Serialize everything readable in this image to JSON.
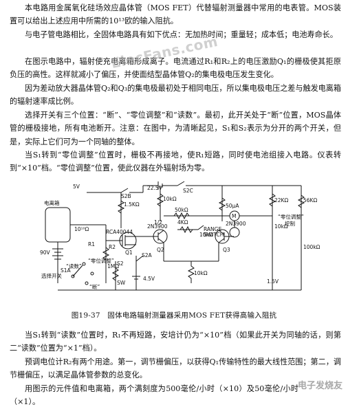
{
  "paragraphs": {
    "p1": "本电路用金属氧化硅场效应晶体管（MOS FET）代替辐射测量器中常用的电表管。MOS装置可以给出上述应用中所需的10¹³欧的输入阻抗。",
    "p2": "与电子管电路相比，全固体电路具有如下优点：无加热时间；重量轻；成本低；电池寿命长。",
    "p3": "在图示电路中，辐射使充电离箱形成离子。电流通过R₁和R₂上的电压激励Q₁的栅极使其拒原负压的高性。这样就减小了偏压，并使面结型晶体管Q₂的集电极电压发生变化。",
    "p4": "因为差动放大器晶体管Q₂和Q₃的集电极最初处于相同电压，所以集电极电压之差与触发电离箱的辐射速率成比例。",
    "p5": "选择开关有三个位置：“断”、“零位调整”和“读数”。最初，此开关处于“断”位置，MOS晶体管的栅极接地，所有电池断开。注意：在图中，为清晰起见，S₁和S₂表示为分开的两个开关，但是，实际上它们可为一个同轴的整体。",
    "p6": "当S₁转到“零位调整”位置时，栅极不再接地，使R₁短路，同时使电池组接入电路。仪表转到“×10”档。“零位调整”位置，使此仪器在外辐射场为零。",
    "p7": "当S₁转到“读数”位置时，R₁不再短路，安培计仍为“×10”档（如果此开关为同轴的话，则第二“读数”位置为“×1”档）。",
    "p8": "预调电位计R₂有两个用途。第一，调节栅偏压，以获得Q₁传输特性的最大线性范围；第二，调节栅偏压，以满足晶体管参数的总变化。",
    "p9": "用图示的元件值和电离箱，两个满刻度为500毫伦/小时（×10）及50毫伦/小时（×1）。"
  },
  "figure": {
    "caption": "图19-37　固体电路辐射测量器采用MOS FET获得高输入阻抗",
    "labels": {
      "v5": "5V",
      "v22": "22.5V",
      "s2b": "S2B",
      "r15k": "1.5KΩ",
      "s2c": "S2C",
      "r10kA": "10kΩ",
      "r56k": "56KΩ",
      "r22k": "22KΩ",
      "r50k": "50kΩ",
      "ua50": "50μA",
      "m": "M",
      "r1": "R1",
      "q1": "Q1",
      "q2": "Q2",
      "q3": "Q3",
      "t2n3900a": "2N3900",
      "t2n3900b": "2N3900",
      "half": "1/2",
      "rca": "RCA40044",
      "r10kB": "10kΩ",
      "r10kC": "10kΩ",
      "r100k": "100kΩ",
      "r10kD": "10kΩ",
      "r4k": "4KΩ",
      "rangeSwitch": "RANGE",
      "rangeSwitch2": "SWITCH",
      "zeroAdj": "“零位调整”",
      "zeroAdj2": "控制",
      "chamber": "电离箱",
      "r2": "R2",
      "v90": "90V",
      "readLabel": "“读数”",
      "zeroLabel": "“零位调整”",
      "offLabel": "“断”",
      "selector": "选择开关",
      "s1a": "S1A",
      "s2a": "S2A",
      "s2": "S2",
      "sw": "SW",
      "v45": "4.5V",
      "v15": "1.5V",
      "r1m": "1MΩ",
      "r10mohm": "10¹⁰Ω"
    }
  },
  "watermarks": {
    "center": "ElecFans.com",
    "corner": "电子发烧友"
  }
}
